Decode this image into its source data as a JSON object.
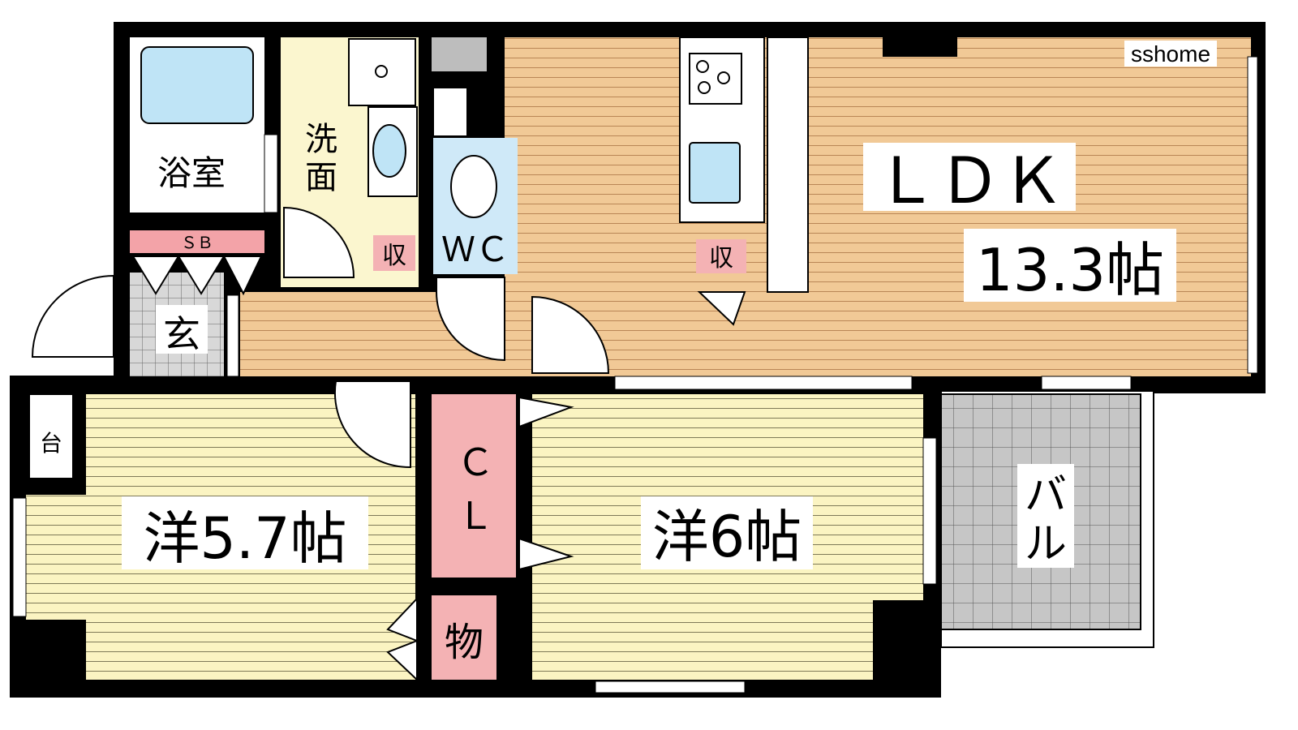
{
  "watermark": "sshome",
  "rooms": {
    "ldk": {
      "name": "ＬＤＫ",
      "size": "13.3帖"
    },
    "western_1": {
      "label": "洋5.7帖"
    },
    "western_2": {
      "label": "洋6帖"
    },
    "bath": {
      "label": "浴室"
    },
    "washroom": {
      "label_top": "洗",
      "label_bottom": "面"
    },
    "toilet": {
      "label": "ＷＣ"
    },
    "entrance": {
      "label": "玄"
    },
    "shoe_box": {
      "label": "ＳＢ"
    },
    "closet": {
      "label_top": "Ｃ",
      "label_bottom": "Ｌ"
    },
    "storage": {
      "label": "物"
    },
    "storage_hall": {
      "label": "収"
    },
    "storage_kitchen": {
      "label": "収"
    },
    "balcony": {
      "label_top": "バ",
      "label_bottom": "ル"
    },
    "stand": {
      "label": "台"
    }
  },
  "colors": {
    "wall": "#000000",
    "ldk_floor": "#f1c996",
    "ldk_stripe": "#c28c5a",
    "western_floor": "#fbf4c2",
    "western_stripe": "#8c8660",
    "bath_tub": "#bfe4f6",
    "washroom_floor": "#fbf6cf",
    "toilet_floor": "#cfe9f8",
    "closet": "#f4b2b4",
    "sb": "#f3a3a8",
    "balcony_tile": "#c6c6c6",
    "entrance_tile": "#d6d6d6"
  }
}
